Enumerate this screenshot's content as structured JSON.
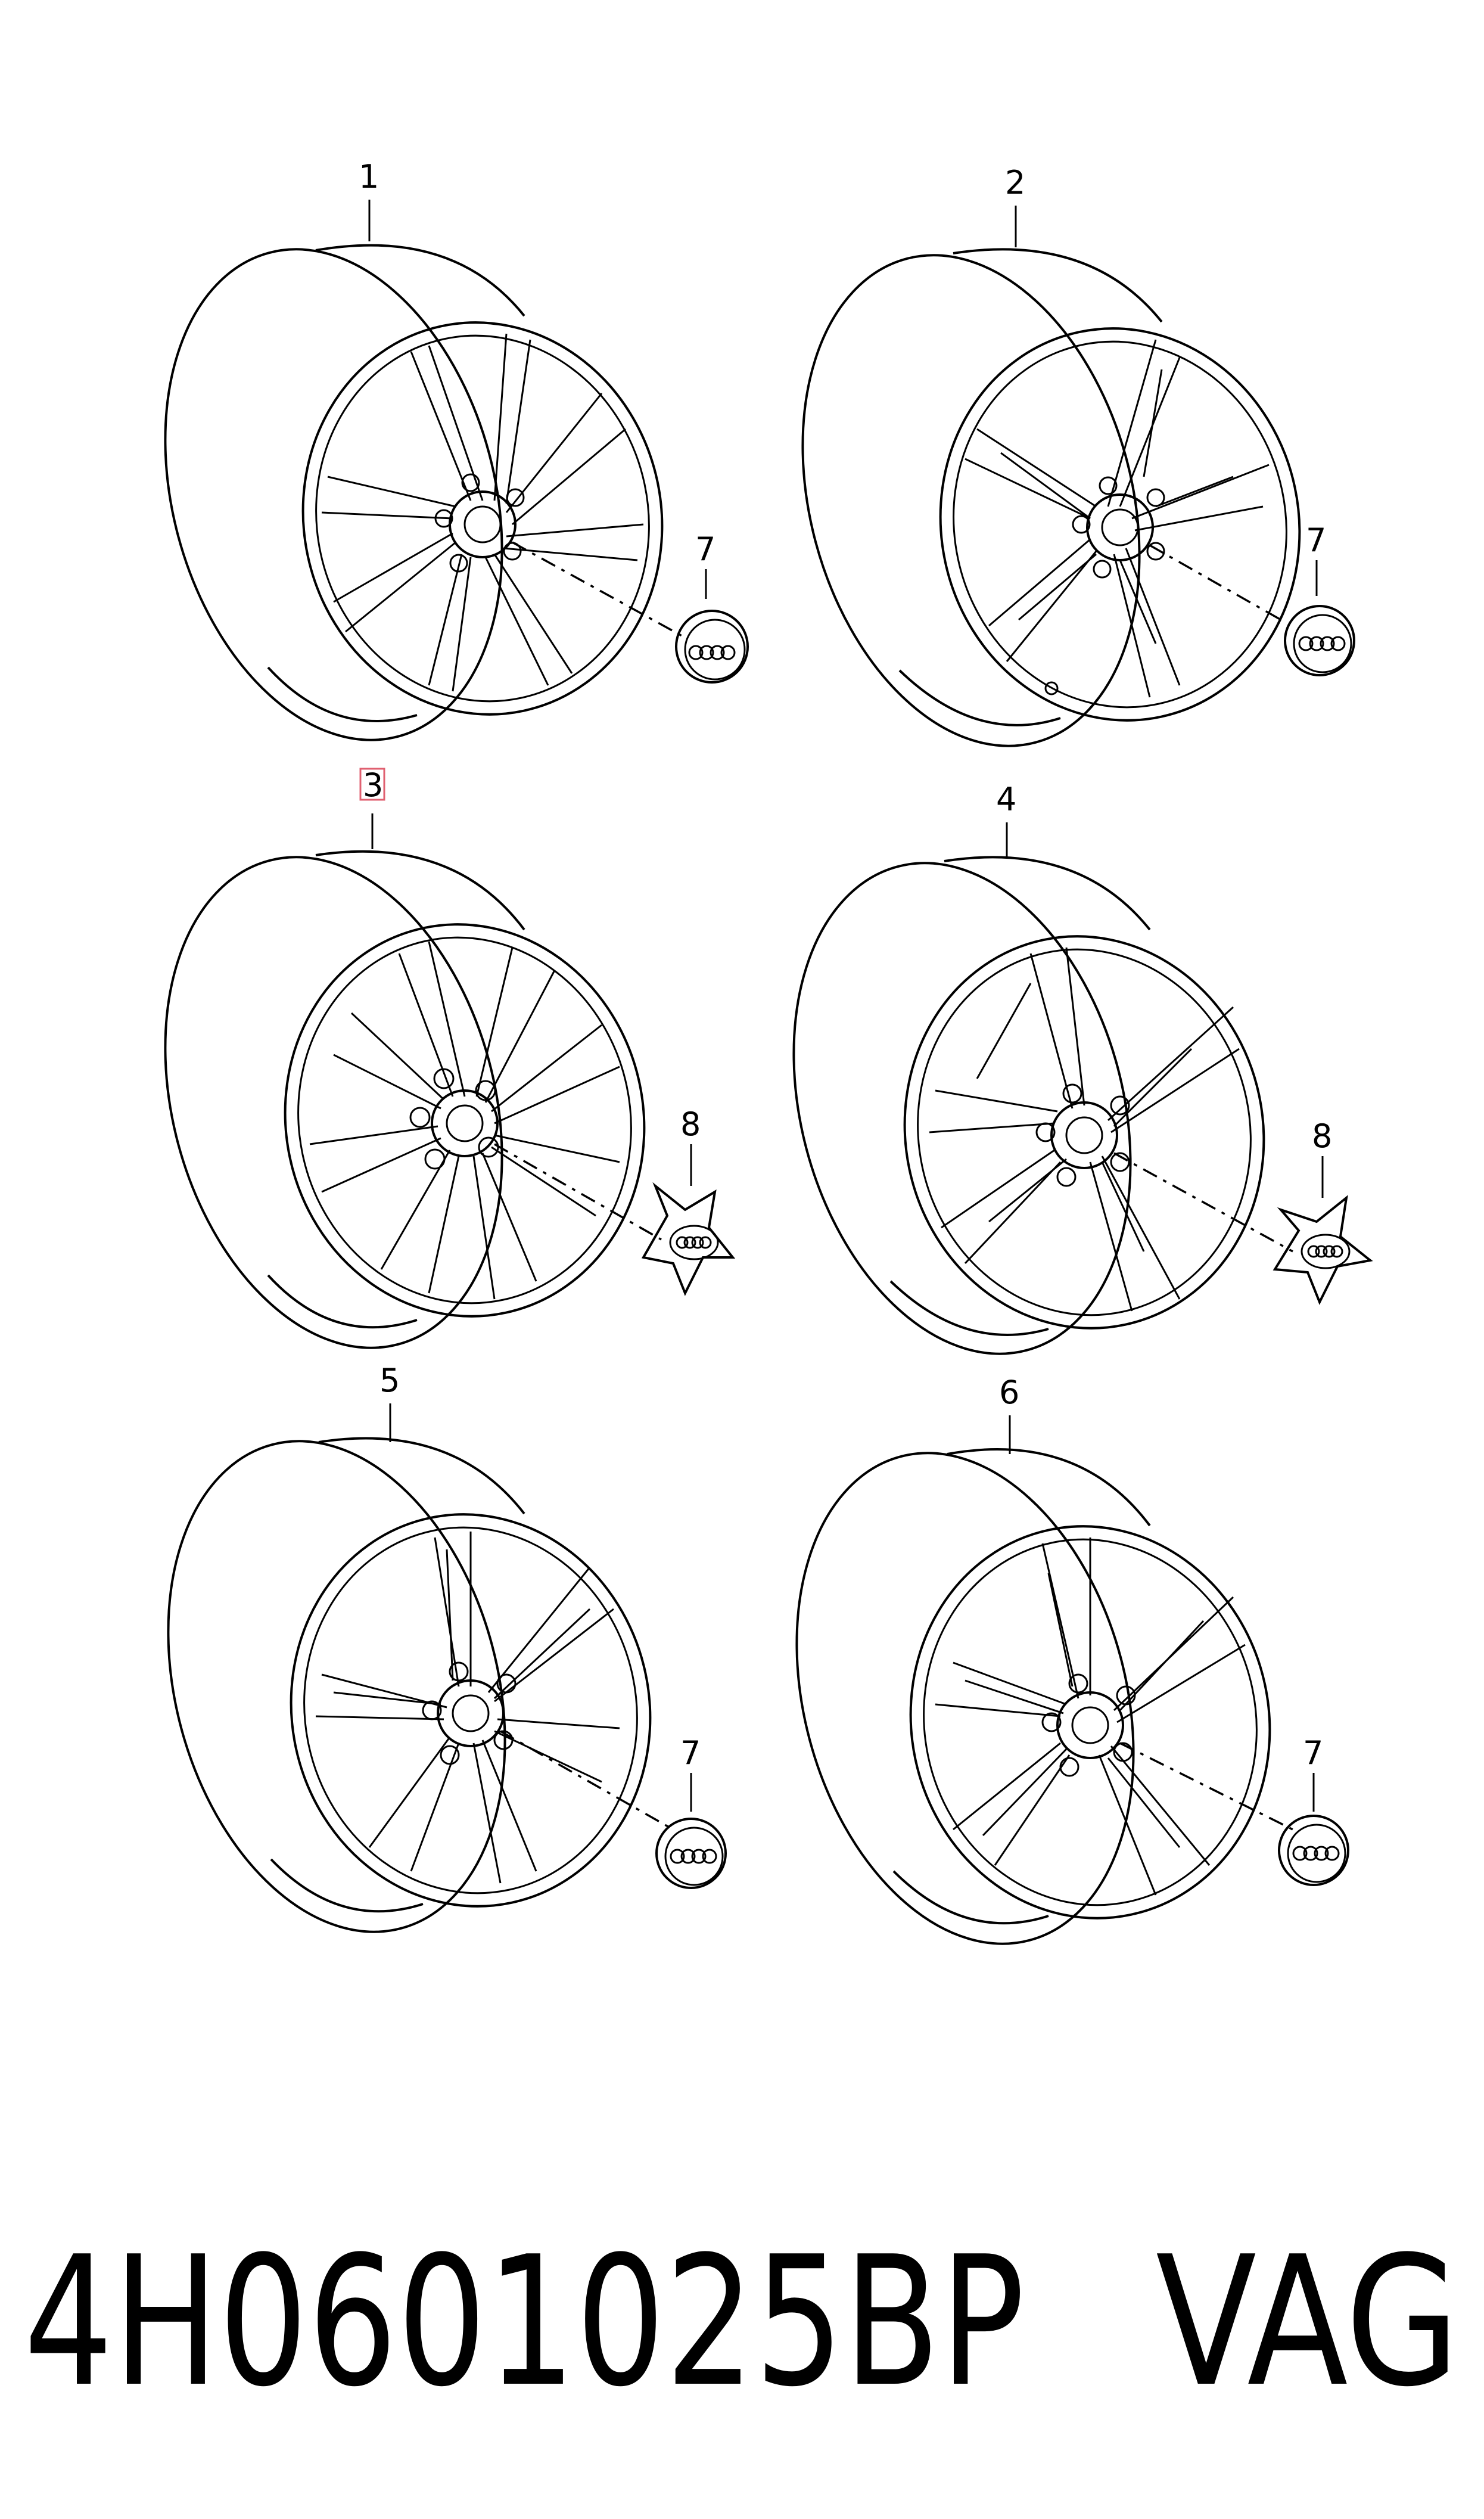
{
  "callouts": {
    "w1": "1",
    "w2": "2",
    "w3": "3",
    "w4": "4",
    "w5": "5",
    "w6": "6",
    "c1": "7",
    "c2": "7",
    "c3": "8",
    "c4": "8",
    "c5": "7",
    "c6": "7"
  },
  "footer": {
    "part_number": "4H0601025BP",
    "brand": "VAG"
  },
  "colors": {
    "line": "#000000",
    "highlight_box": "#e06070",
    "background": "#ffffff"
  }
}
